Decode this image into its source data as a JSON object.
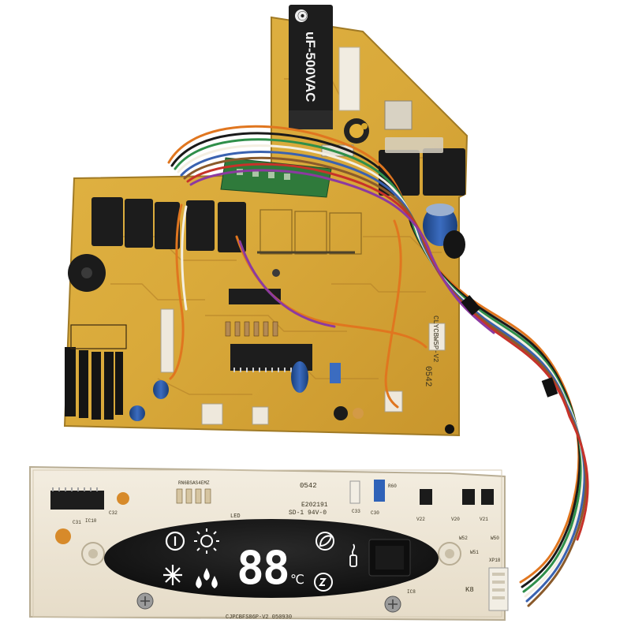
{
  "capacitor": {
    "label": "uF-500VAC",
    "logo_glyph": "⦿"
  },
  "main_board": {
    "code_vertical": "CLYCBW5P-V2",
    "side_mark": "0542"
  },
  "display_board": {
    "top_code": "RN6BSAS4EMZ",
    "date_code": "0542",
    "cert_code": "E202191",
    "rating": "SD-1 94V-0",
    "led_label": "LED",
    "bottom_code": "CJPCBFS86P-V2 050930",
    "seg_digits": "88",
    "temp_unit": "℃",
    "refs": {
      "ic_small": "IC10",
      "c32": "C32",
      "c31": "C31",
      "c33": "C33",
      "r60": "R60",
      "c30": "C30",
      "v22": "V22",
      "v20": "V20",
      "v21": "V21",
      "w52": "W52",
      "w51": "W51",
      "w50": "W50",
      "ic8": "IC8",
      "xp18": "XP18",
      "k8": "K8"
    }
  }
}
